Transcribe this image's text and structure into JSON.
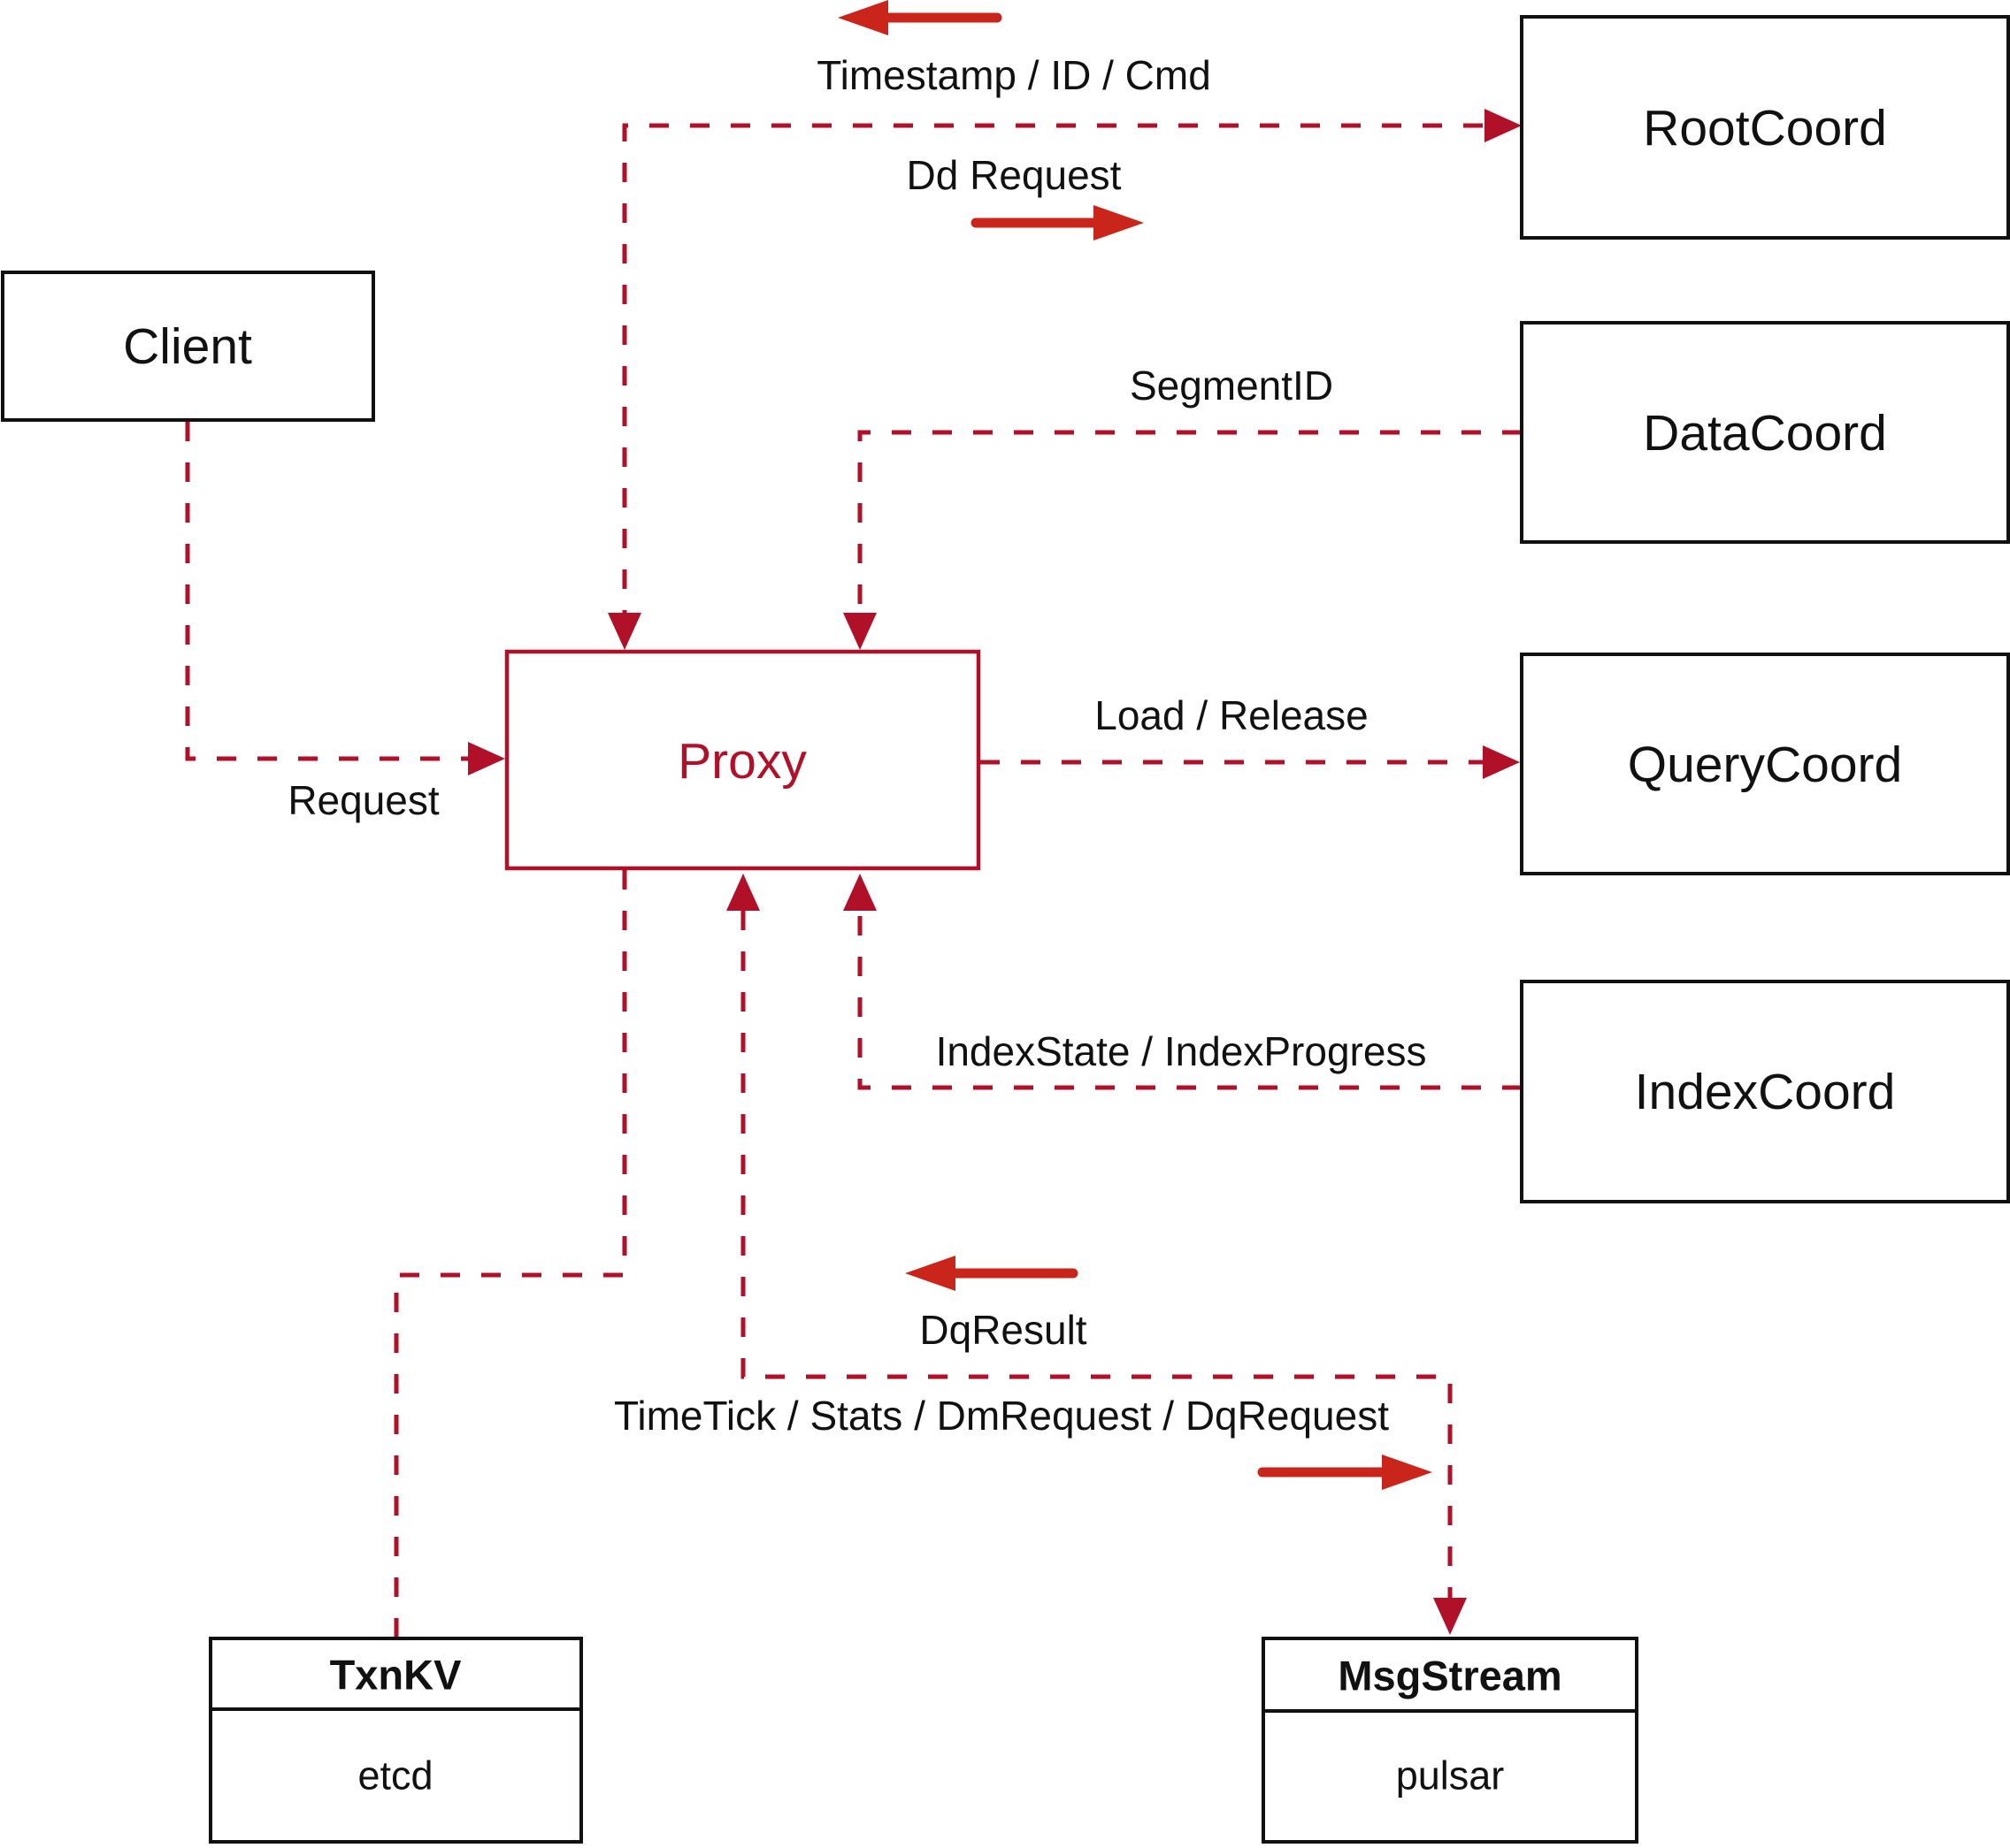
{
  "nodes": {
    "client": {
      "label": "Client"
    },
    "proxy": {
      "label": "Proxy"
    },
    "rootcoord": {
      "label": "RootCoord"
    },
    "datacoord": {
      "label": "DataCoord"
    },
    "querycoord": {
      "label": "QueryCoord"
    },
    "indexcoord": {
      "label": "IndexCoord"
    },
    "txnkv": {
      "title": "TxnKV",
      "subtitle": "etcd"
    },
    "msgstream": {
      "title": "MsgStream",
      "subtitle": "pulsar"
    }
  },
  "edges": {
    "client_to_proxy": {
      "label": "Request"
    },
    "proxy_to_rootcoord": {
      "request_label": "Dd Request",
      "response_label": "Timestamp / ID / Cmd"
    },
    "datacoord_to_proxy": {
      "label": "SegmentID"
    },
    "proxy_to_querycoord": {
      "label": "Load / Release"
    },
    "indexcoord_to_proxy": {
      "label": "IndexState / IndexProgress"
    },
    "proxy_to_msgstream": {
      "request_label": "TimeTick / Stats / DmRequest / DqRequest",
      "response_label": "DqResult"
    }
  },
  "colors": {
    "dashed_line": "#b01128",
    "solid_arrow": "#c9251a",
    "box_border": "#111111",
    "text": "#111111",
    "background": "#ffffff"
  }
}
